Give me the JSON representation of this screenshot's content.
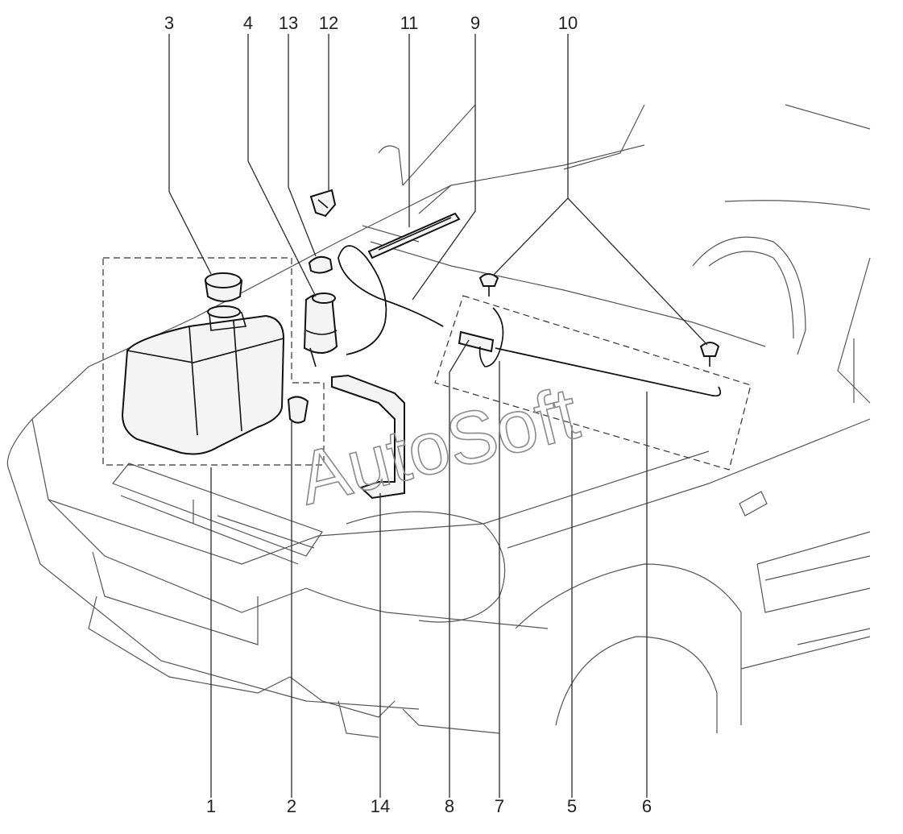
{
  "labels": {
    "top": [
      "3",
      "4",
      "13",
      "12",
      "11",
      "9",
      "10"
    ],
    "bottom": [
      "1",
      "2",
      "14",
      "8",
      "7",
      "5",
      "6"
    ]
  },
  "watermark": "AutoSoft"
}
